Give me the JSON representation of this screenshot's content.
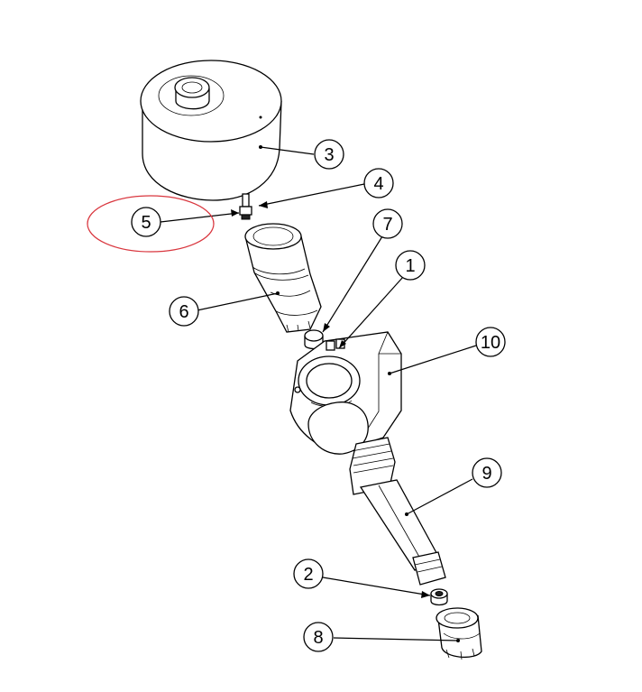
{
  "callouts": [
    {
      "label": "1"
    },
    {
      "label": "2"
    },
    {
      "label": "3"
    },
    {
      "label": "4"
    },
    {
      "label": "5"
    },
    {
      "label": "6"
    },
    {
      "label": "7"
    },
    {
      "label": "8"
    },
    {
      "label": "9"
    },
    {
      "label": "10"
    }
  ],
  "highlight": {
    "target": "5",
    "color": "#d9363e"
  }
}
